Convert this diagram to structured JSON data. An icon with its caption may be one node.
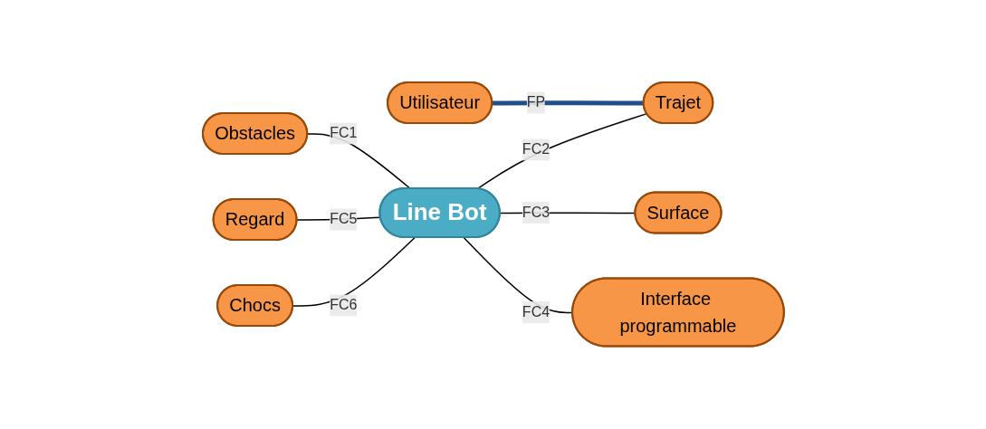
{
  "diagram": {
    "nodes": [
      {
        "text": [
          "Obstacles"
        ]
      },
      {
        "text": [
          "Utilisateur"
        ]
      },
      {
        "text": [
          "Trajet"
        ]
      },
      {
        "text": [
          "Line Bot"
        ]
      },
      {
        "text": [
          "Surface"
        ]
      },
      {
        "text": [
          "Chocs"
        ]
      },
      {
        "text": [
          "Interface programmable"
        ]
      },
      {
        "text": [
          "Regard"
        ]
      }
    ],
    "edges": [
      {
        "from": 1,
        "to": 2,
        "arrow": "none",
        "label": "FP",
        "color": "#1f4e8c",
        "style": "thick"
      },
      {
        "from": 0,
        "to": 3,
        "arrow": "none",
        "label": "FC1"
      },
      {
        "from": 3,
        "to": 2,
        "arrow": "none",
        "label": "FC2"
      },
      {
        "from": 3,
        "to": 4,
        "arrow": "none",
        "label": "FC3"
      },
      {
        "from": 3,
        "to": 6,
        "arrow": "none",
        "label": "FC4"
      },
      {
        "from": 7,
        "to": 3,
        "arrow": "none",
        "label": "FC5"
      },
      {
        "from": 5,
        "to": 3,
        "arrow": "none",
        "label": "FC6"
      }
    ]
  }
}
